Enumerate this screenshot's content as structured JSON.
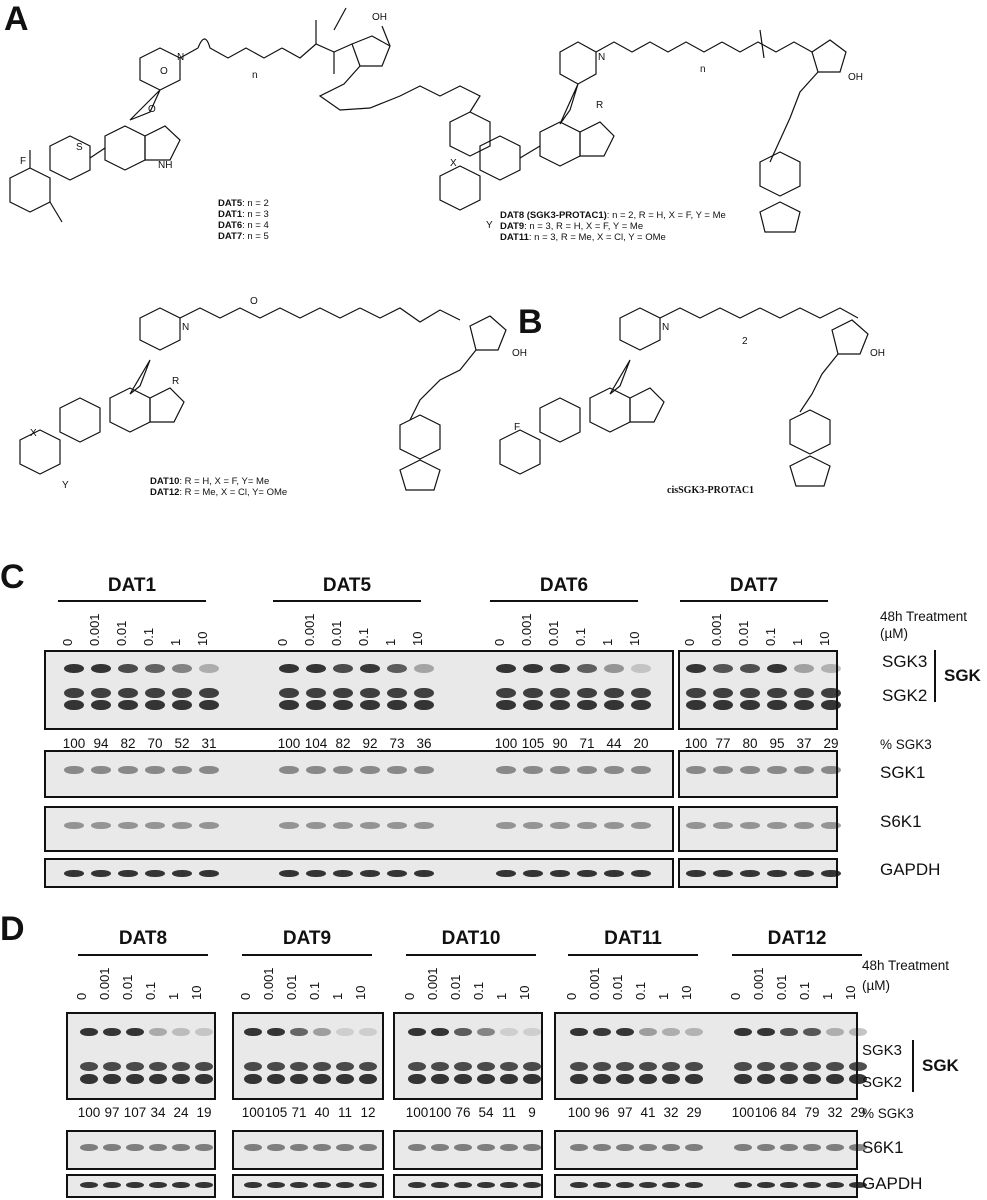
{
  "figure": {
    "panels": {
      "A": "A",
      "B": "B",
      "C": "C",
      "D": "D"
    },
    "structures": {
      "s1": {
        "lines": [
          [
            "DAT5",
            ": n = 2"
          ],
          [
            "DAT1",
            ": n = 3"
          ],
          [
            "DAT6",
            ": n = 4"
          ],
          [
            "DAT7",
            ": n = 5"
          ]
        ]
      },
      "s2": {
        "lines": [
          [
            "DAT8 (SGK3-PROTAC1)",
            ": n = 2, R = H, X = F, Y = Me"
          ],
          [
            "DAT9",
            ": n = 3, R = H, X = F, Y = Me"
          ],
          [
            "DAT11",
            ": n = 3, R = Me, X = Cl, Y = OMe"
          ]
        ]
      },
      "s3": {
        "lines": [
          [
            "DAT10",
            ": R = H, X = F, Y= Me"
          ],
          [
            "DAT12",
            ": R = Me, X = Cl, Y= OMe"
          ]
        ]
      },
      "s4": {
        "label": "cisSGK3-PROTAC1"
      },
      "atoms": {
        "oh": "OH",
        "n": "N",
        "nh": "NH",
        "o": "O",
        "h": "H",
        "f": "F",
        "s": "S",
        "r": "R",
        "x": "X",
        "y": "Y",
        "sub_n": "n",
        "sub_2": "2",
        "n_h": "N\nH"
      }
    },
    "panelC": {
      "concentrations": [
        "0",
        "0.001",
        "0.01",
        "0.1",
        "1",
        "10"
      ],
      "treatment_label": "48h Treatment",
      "unit_label": "(µM)",
      "groups": [
        {
          "name": "DAT1",
          "pct_sgk3": [
            100,
            94,
            82,
            70,
            52,
            31
          ]
        },
        {
          "name": "DAT5",
          "pct_sgk3": [
            100,
            104,
            82,
            92,
            73,
            36
          ]
        },
        {
          "name": "DAT6",
          "pct_sgk3": [
            100,
            105,
            90,
            71,
            44,
            20
          ]
        },
        {
          "name": "DAT7",
          "pct_sgk3": [
            100,
            77,
            80,
            95,
            37,
            29
          ]
        }
      ],
      "rows": {
        "sgk3": "SGK3",
        "sgk2": "SGK2",
        "sgk": "SGK",
        "pct": "% SGK3",
        "sgk1": "SGK1",
        "s6k1": "S6K1",
        "gapdh": "GAPDH"
      }
    },
    "panelD": {
      "concentrations": [
        "0",
        "0.001",
        "0.01",
        "0.1",
        "1",
        "10"
      ],
      "treatment_label": "48h Treatment",
      "unit_label": "(µM)",
      "groups": [
        {
          "name": "DAT8",
          "pct_sgk3": [
            100,
            97,
            107,
            34,
            24,
            19
          ]
        },
        {
          "name": "DAT9",
          "pct_sgk3": [
            100,
            105,
            71,
            40,
            11,
            12
          ]
        },
        {
          "name": "DAT10",
          "pct_sgk3": [
            100,
            100,
            76,
            54,
            11,
            9
          ]
        },
        {
          "name": "DAT11",
          "pct_sgk3": [
            100,
            96,
            97,
            41,
            32,
            29
          ]
        },
        {
          "name": "DAT12",
          "pct_sgk3": [
            100,
            106,
            84,
            79,
            32,
            29
          ]
        }
      ],
      "rows": {
        "sgk3": "SGK3",
        "sgk2": "SGK2",
        "sgk": "SGK",
        "pct": "% SGK3",
        "s6k1": "S6K1",
        "gapdh": "GAPDH"
      }
    }
  }
}
